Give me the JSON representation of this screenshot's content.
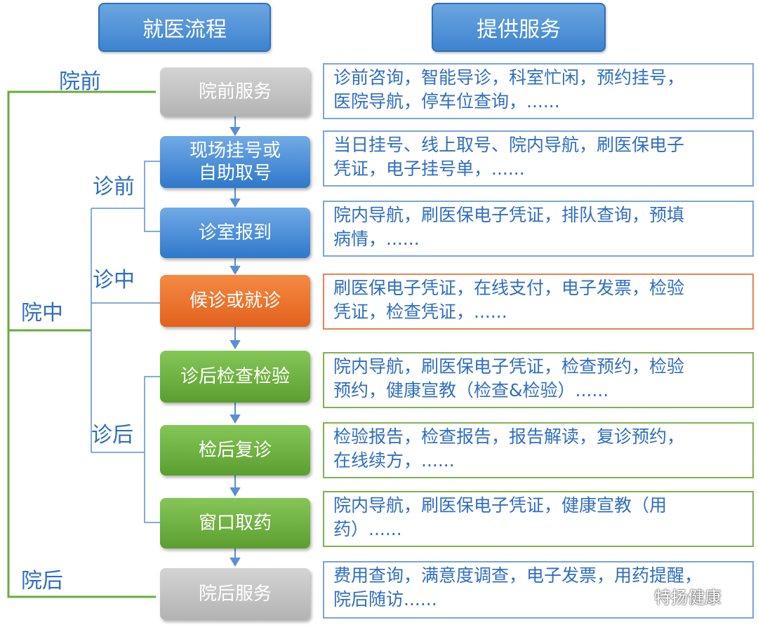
{
  "headers": {
    "process": "就医流程",
    "services": "提供服务"
  },
  "phases": {
    "pre_hospital": "院前",
    "in_hospital": "院中",
    "post_hospital": "院后",
    "pre_visit": "诊前",
    "in_visit": "诊中",
    "post_visit": "诊后"
  },
  "steps": [
    {
      "label": "院前服务",
      "service": "诊前咨询，智能导诊，科室忙闲，预约挂号，\n医院导航，停车位查询，......"
    },
    {
      "label": "现场挂号或\n自助取号",
      "service": "当日挂号、线上取号、院内导航，刷医保电子\n凭证，电子挂号单，......"
    },
    {
      "label": "诊室报到",
      "service": "院内导航，刷医保电子凭证，排队查询，预填\n病情，......"
    },
    {
      "label": "候诊或就诊",
      "service": "刷医保电子凭证，在线支付，电子发票，检验\n凭证，检查凭证，......"
    },
    {
      "label": "诊后检查检验",
      "service": "院内导航，刷医保电子凭证，检查预约，检验\n预约，健康宣教（检查&检验）......"
    },
    {
      "label": "检后复诊",
      "service": "检验报告，检查报告，报告解读，复诊预约，\n在线续方，......"
    },
    {
      "label": "窗口取药",
      "service": "院内导航，刷医保电子凭证，健康宣教（用\n药）......"
    },
    {
      "label": "院后服务",
      "service": "费用查询，满意度调查，电子发票，用药提醒，\n院后随访......"
    }
  ],
  "watermark": "特扬健康",
  "colors": {
    "blue_text": "#2f6ebf",
    "green_line": "#6aaa3e",
    "blue_line": "#5b8fd0"
  }
}
